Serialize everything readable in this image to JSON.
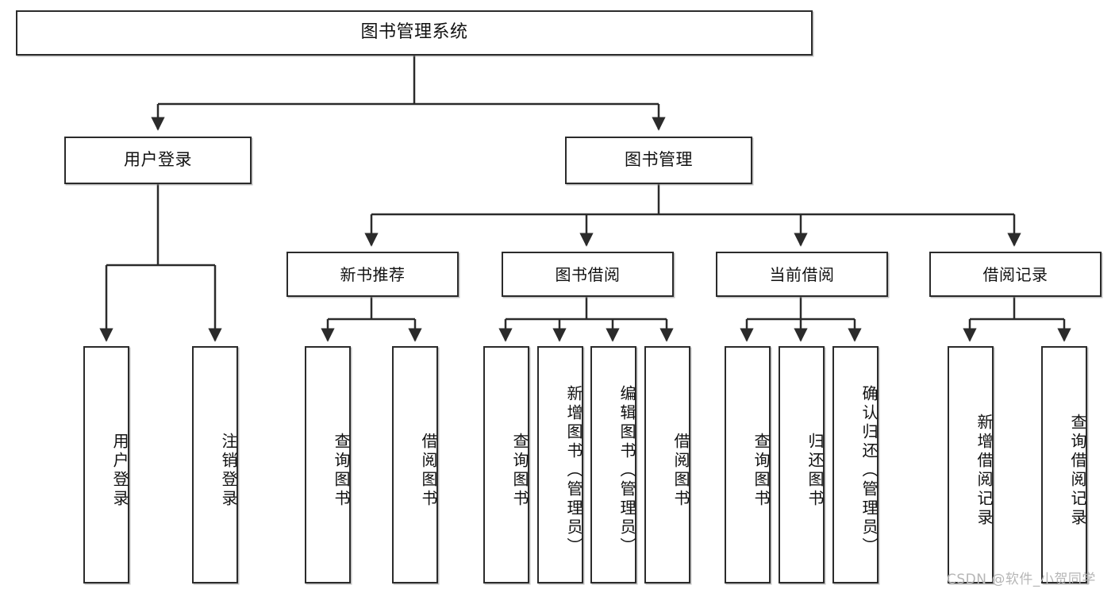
{
  "diagram": {
    "type": "tree-hierarchy",
    "title": "图书管理系统",
    "watermark": "CSDN @软件_小贺同学",
    "colors": {
      "stroke": "#2b2b2b",
      "fill": "#ffffff",
      "text": "#111111",
      "watermark": "#b6b6b6"
    },
    "levels": {
      "root": {
        "label": "图书管理系统"
      },
      "level2": [
        {
          "label": "用户登录"
        },
        {
          "label": "图书管理"
        }
      ],
      "level3": [
        {
          "label": "新书推荐"
        },
        {
          "label": "图书借阅"
        },
        {
          "label": "当前借阅"
        },
        {
          "label": "借阅记录"
        }
      ],
      "leaves": {
        "user_login": [
          {
            "label": "用户登录"
          },
          {
            "label": "注销登录"
          }
        ],
        "new_book_recommend": [
          {
            "label": "查询图书"
          },
          {
            "label": "借阅图书"
          }
        ],
        "book_borrow": [
          {
            "label": "查询图书"
          },
          {
            "label": "新增图书（管理员）"
          },
          {
            "label": "编辑图书（管理员）"
          },
          {
            "label": "借阅图书"
          }
        ],
        "current_borrow": [
          {
            "label": "查询图书"
          },
          {
            "label": "归还图书"
          },
          {
            "label": "确认归还（管理员）"
          }
        ],
        "borrow_record": [
          {
            "label": "新增借阅记录"
          },
          {
            "label": "查询借阅记录"
          }
        ]
      }
    }
  }
}
